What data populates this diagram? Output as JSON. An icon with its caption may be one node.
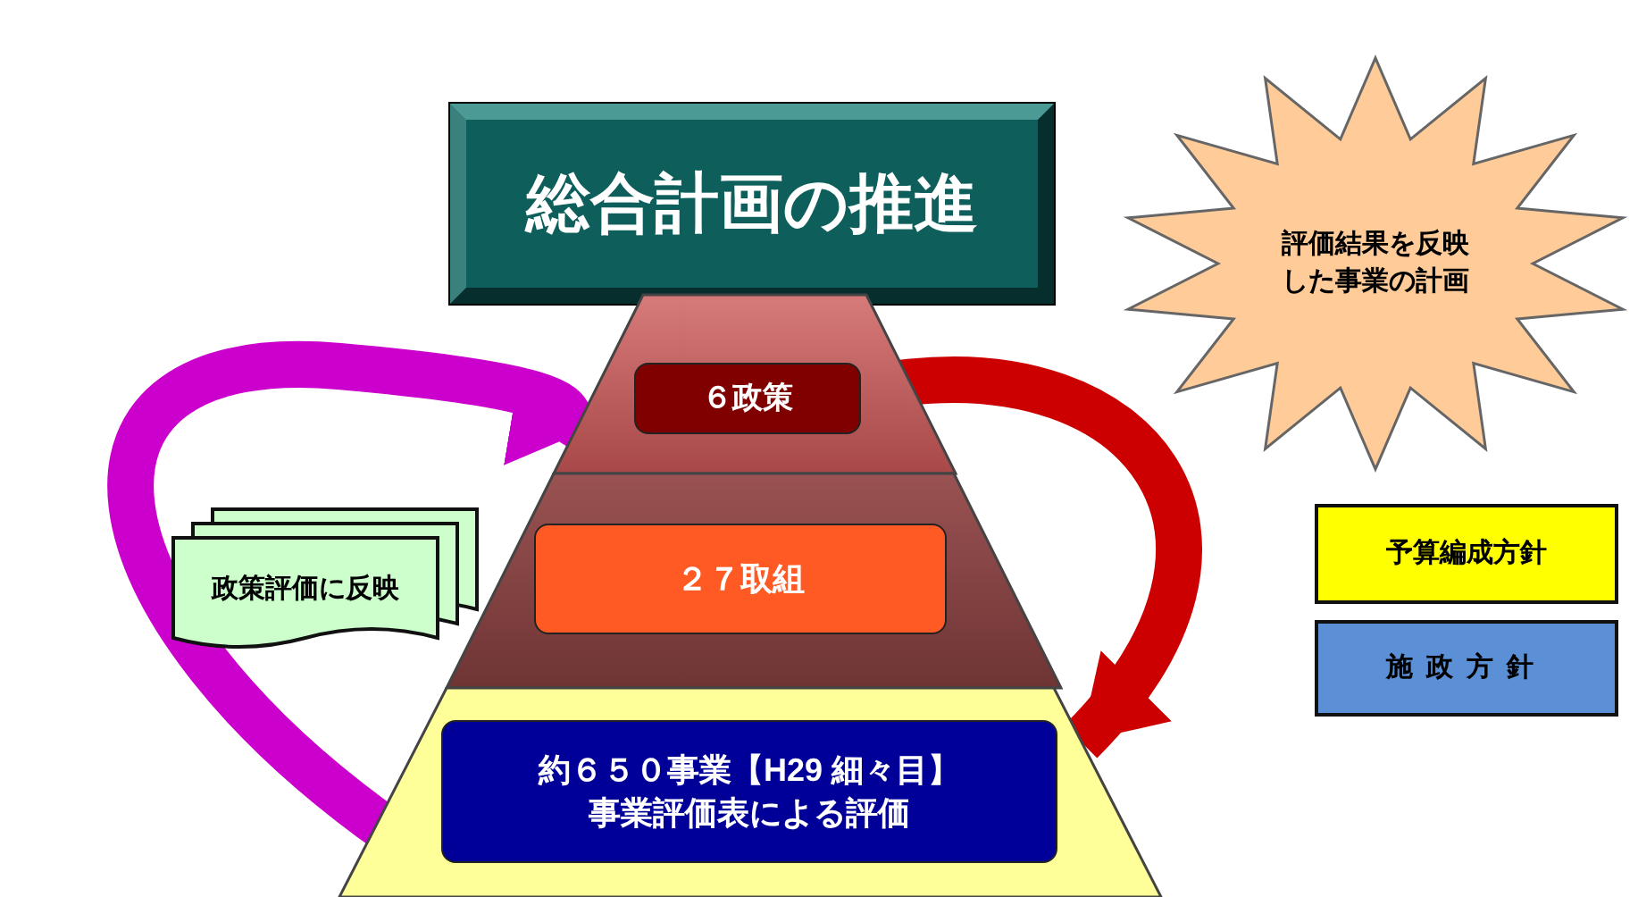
{
  "diagram": {
    "nodes": [
      {
        "text": [
          "総合計画の推進"
        ]
      },
      {
        "text": [],
        "shape": "band"
      },
      {
        "text": [
          "６政策"
        ],
        "in": 1
      },
      {
        "text": [],
        "shape": "band"
      },
      {
        "text": [
          "２７取組"
        ],
        "in": 3
      },
      {
        "text": [],
        "shape": "band"
      },
      {
        "text": [
          "約６５０事業【H29 細々目】事業評価表による評価"
        ],
        "in": 5
      },
      {
        "text": [
          "政策評価に反映"
        ]
      },
      {
        "text": [
          "評価結果を反映した事業の計画"
        ]
      },
      {
        "text": [
          "予算編成方針"
        ]
      },
      {
        "text": [
          "施政方針"
        ]
      }
    ],
    "edges": [
      {
        "from": 5,
        "to": 1,
        "arrow": "to",
        "color": "#cc00cc"
      },
      {
        "from": 1,
        "to": 5,
        "arrow": "to",
        "color": "#cc0000"
      }
    ]
  }
}
